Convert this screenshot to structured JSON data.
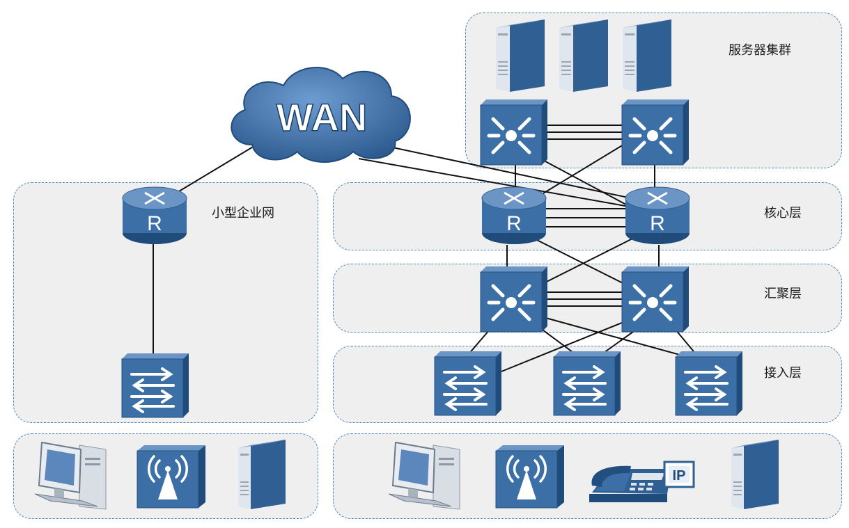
{
  "diagram": {
    "wan_label": "WAN",
    "router_label": "R",
    "ip_label": "IP",
    "zones": {
      "server_cluster": "服务器集群",
      "core_layer": "核心层",
      "aggregation_layer": "汇聚层",
      "access_layer": "接入层",
      "small_enterprise": "小型企业网"
    }
  },
  "colors": {
    "device_blue": "#3b6fa6",
    "device_dark": "#1f4c7a",
    "zone_border": "#4a86b8",
    "zone_fill": "#efefef",
    "cloud": "#4f7fb5"
  }
}
